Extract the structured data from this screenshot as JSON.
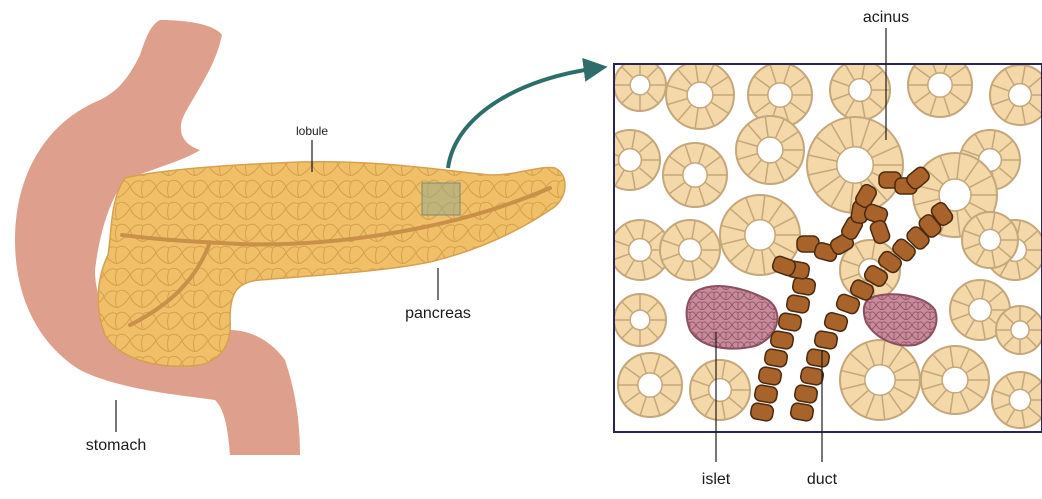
{
  "labels": {
    "lobule": "lobule",
    "pancreas": "pancreas",
    "stomach": "stomach",
    "acinus": "acinus",
    "islet": "islet",
    "duct": "duct"
  },
  "colors": {
    "stomach": "#dea08c",
    "pancreas": "#f0c069",
    "pancreas_cell_line": "#d6a04e",
    "pancreatic_duct": "#c89049",
    "acinus_fill": "#f5d8a8",
    "acinus_stroke": "#c4a77a",
    "duct_cell": "#a8632a",
    "islet_fill": "#c98a9b",
    "islet_stroke": "#8a5060",
    "arrow": "#2e6e6a",
    "inset_border": "#2a2455"
  }
}
